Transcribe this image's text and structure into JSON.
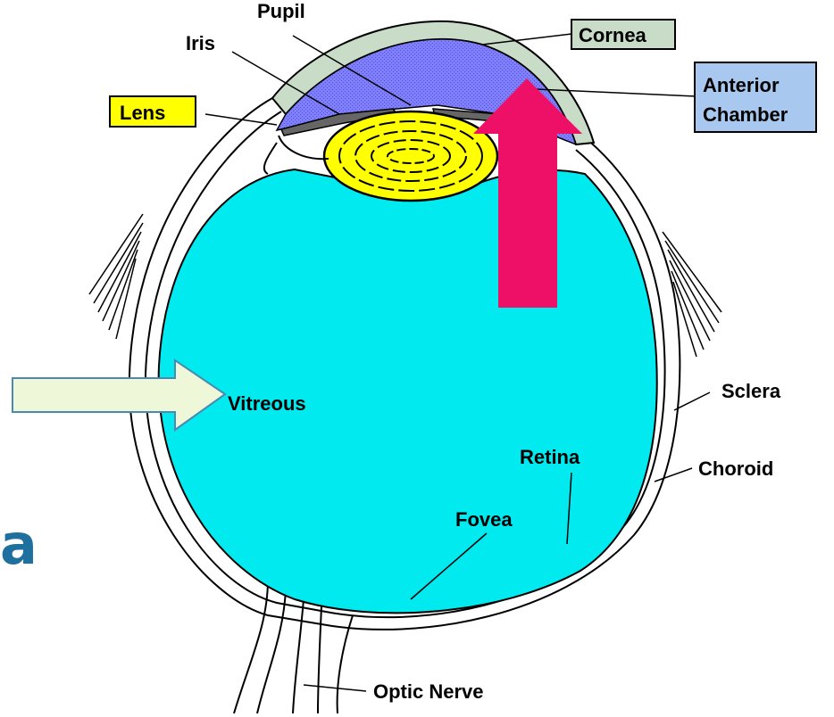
{
  "labels": {
    "pupil": "Pupil",
    "iris": "Iris",
    "cornea": "Cornea",
    "anterior_line1": "Anterior",
    "anterior_line2": "Chamber",
    "lens": "Lens",
    "vitreous": "Vitreous",
    "sclera": "Sclera",
    "retina": "Retina",
    "choroid": "Choroid",
    "fovea": "Fovea",
    "optic_nerve": "Optic Nerve"
  },
  "partial_text": "a",
  "colors": {
    "vitreous": "#00eaf0",
    "anterior_chamber": "#8080ff",
    "lens": "#ffff00",
    "cornea": "#c8dcc8",
    "cornea_box": "#c8dcc8",
    "lens_box": "#ffff00",
    "anterior_box": "#a8c8f0",
    "up_arrow": "#ee1066",
    "side_arrow": "#eef8d8",
    "accent_text": "#1f6f9f"
  },
  "icons": {
    "up_arrow": "arrow-up-icon",
    "side_arrow": "arrow-right-icon"
  }
}
